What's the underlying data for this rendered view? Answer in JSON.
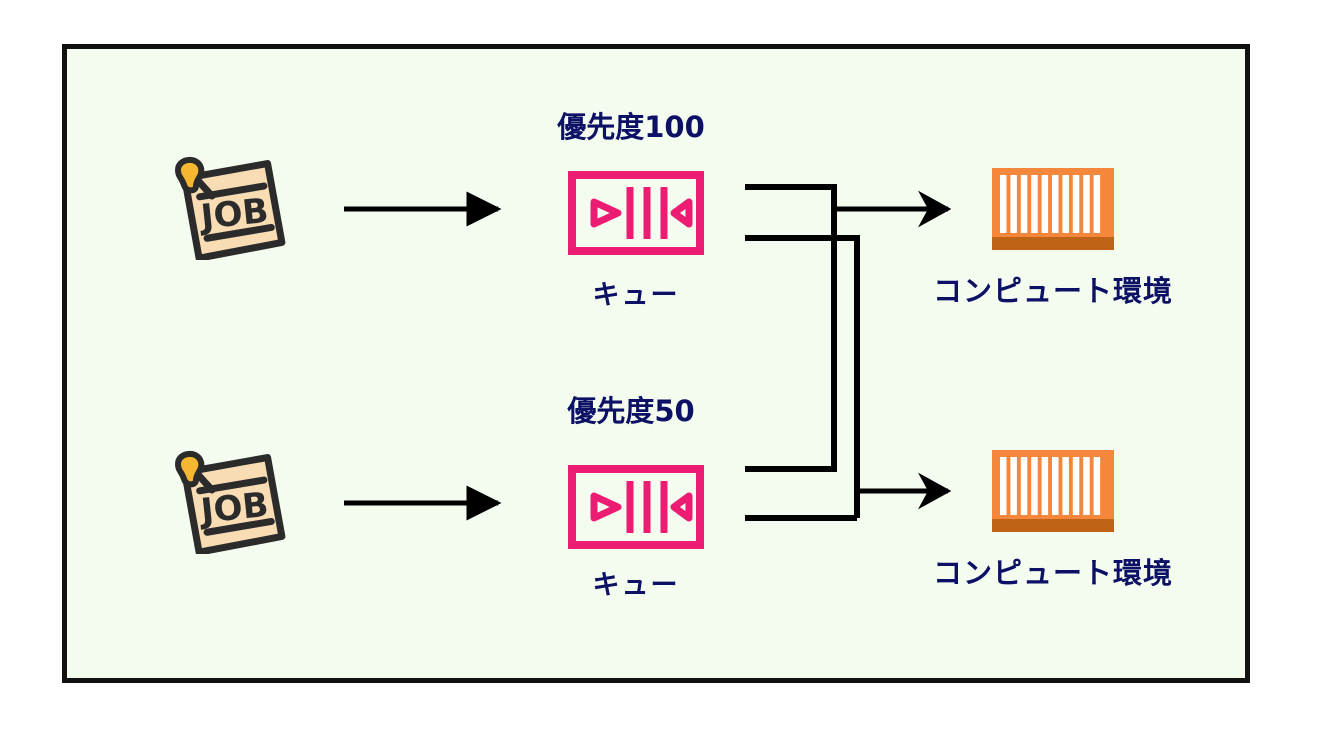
{
  "diagram": {
    "title_visible": false,
    "background_color": "#ffffff",
    "panel_color": "#f4fcef",
    "panel_border_color": "#111111",
    "label_color": "#0d1166",
    "queue_color": "#ec1c73",
    "compute_color": "#f4873c",
    "compute_base_color": "#bf6316",
    "job_paper_color": "#f8dcb4",
    "job_outline_color": "#2b2b2b",
    "pin_color": "#f5b731",
    "connector_color": "#000000"
  },
  "rows": [
    {
      "id": "row-high",
      "job_label": "JOB",
      "priority_label": "優先度100",
      "queue_label": "キュー",
      "compute_label": "コンピュート環境"
    },
    {
      "id": "row-low",
      "job_label": "JOB",
      "priority_label": "優先度50",
      "queue_label": "キュー",
      "compute_label": "コンピュート環境"
    }
  ],
  "icons": {
    "job": "pinned-note-icon",
    "queue": "queue-icon",
    "compute": "container-icon",
    "arrow": "arrow-right-icon"
  },
  "connections": [
    {
      "from": "queue-high",
      "to": "compute-high",
      "style": "orthogonal"
    },
    {
      "from": "queue-high",
      "to": "compute-low",
      "style": "orthogonal"
    },
    {
      "from": "queue-low",
      "to": "compute-high",
      "style": "orthogonal"
    },
    {
      "from": "queue-low",
      "to": "compute-low",
      "style": "orthogonal"
    }
  ]
}
